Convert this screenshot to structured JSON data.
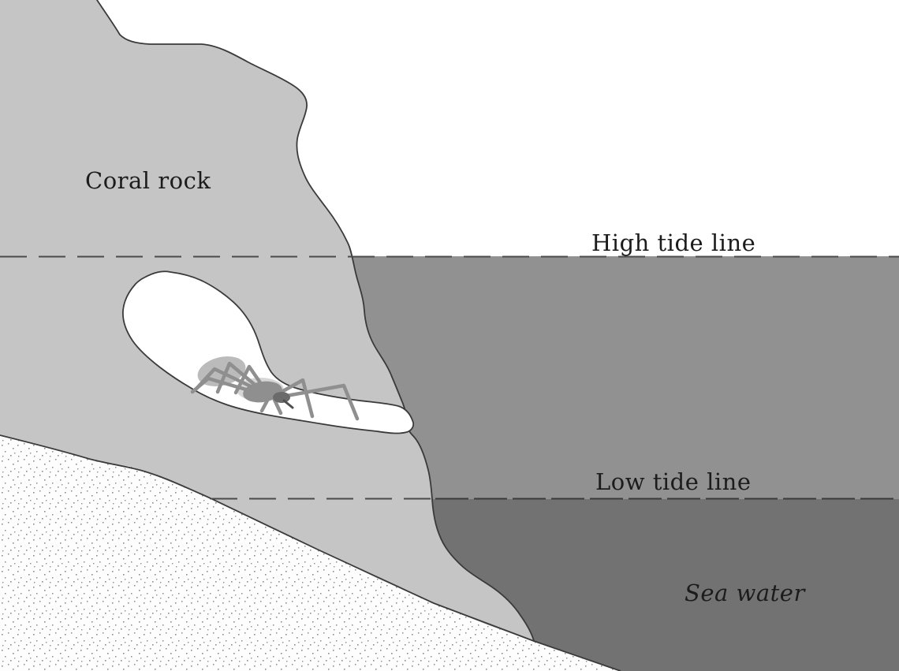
{
  "figure": {
    "type": "scientific-diagram",
    "subject": "Cross-section of coral rock shoreline with an air-pocket cave sheltering a spider between tide lines"
  },
  "labels": {
    "coral_rock": "Coral rock",
    "high_tide_line": "High tide line",
    "low_tide_line": "Low tide line",
    "sea_water": "Sea water"
  },
  "colors": {
    "sky": "#ffffff",
    "rock": "#c5c5c5",
    "water_intertidal": "#919191",
    "water_deep": "#727272",
    "cave_air": "#ffffff",
    "sand": "#fdfdfd",
    "sand_dot": "#8c8c8c",
    "outline": "#3a3a3a",
    "tide_line": "#4a4a4a",
    "spider_body": "#8f8f8f",
    "spider_abdomen": "#b4b4b4",
    "spider_dark": "#6a6a6a",
    "text": "#1c1c1c"
  },
  "regions": [
    {
      "name": "coral-rock",
      "label": "Coral rock"
    },
    {
      "name": "intertidal-water",
      "label": ""
    },
    {
      "name": "deep-sea-water",
      "label": "Sea water"
    },
    {
      "name": "air-pocket-cave",
      "label": ""
    },
    {
      "name": "sand-slope",
      "label": ""
    }
  ]
}
